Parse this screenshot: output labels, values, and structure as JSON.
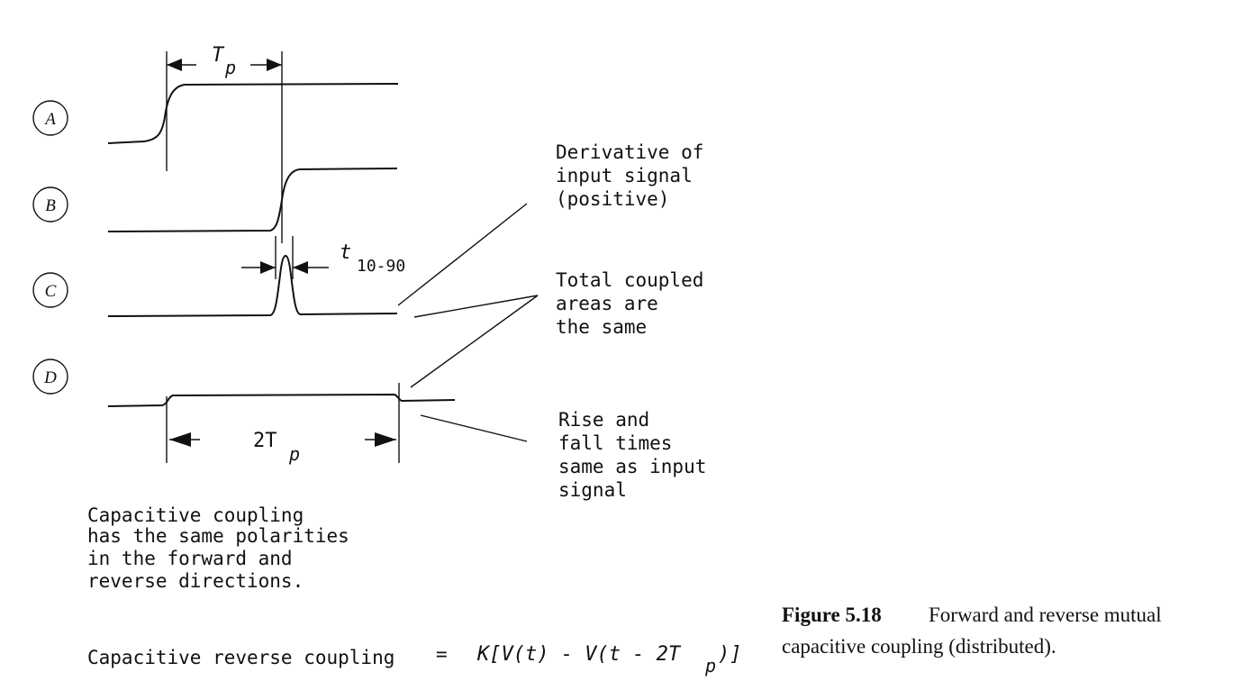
{
  "traces": [
    {
      "id": "A"
    },
    {
      "id": "B"
    },
    {
      "id": "C"
    },
    {
      "id": "D"
    }
  ],
  "dimensions": {
    "tp_main": "T",
    "tp_sub": "p",
    "t1090_main": "t",
    "t1090_sub": "10-90",
    "two_tp_main": "2T",
    "two_tp_sub": "p"
  },
  "annotations": {
    "derivative": [
      "Derivative of",
      "input signal",
      "(positive)"
    ],
    "coupled": [
      "Total coupled",
      "areas are",
      "the same"
    ],
    "rise_fall": [
      "Rise and",
      "fall times",
      "same as input",
      "signal"
    ],
    "capacitive_note": [
      "Capacitive coupling",
      "has the same polarities",
      "in the forward and",
      "reverse directions."
    ]
  },
  "equation": {
    "label": "Capacitive reverse coupling",
    "equals": "=",
    "formula_main": "K[V(t) - V(t - 2T",
    "formula_sub": "p",
    "formula_end": ")]"
  },
  "caption": {
    "number": "Figure 5.18",
    "line1": "Forward and reverse mutual",
    "line2": "capacitive coupling (distributed)."
  }
}
